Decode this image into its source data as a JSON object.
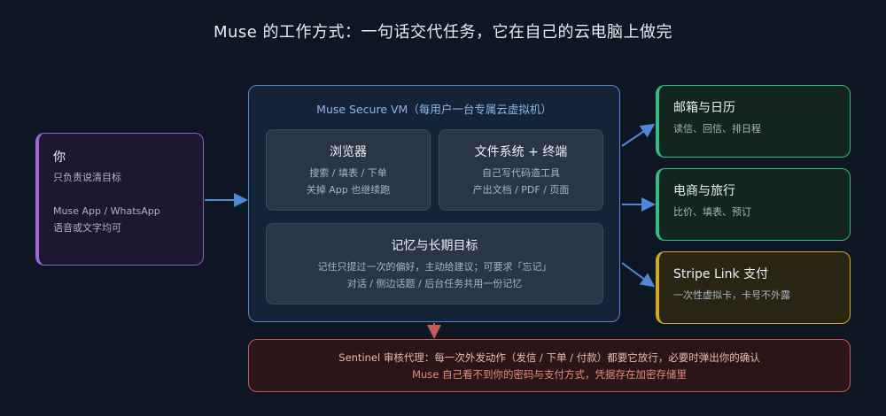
{
  "title": "Muse 的工作方式：一句话交代任务，它在自己的云电脑上做完",
  "you": {
    "heading": "你",
    "line1": "只负责说清目标",
    "line2": "Muse App / WhatsApp",
    "line3": "语音或文字均可"
  },
  "vm": {
    "title": "Muse Secure VM（每用户一台专属云虚拟机）",
    "browser": {
      "heading": "浏览器",
      "line1": "搜索 / 填表 / 下单",
      "line2": "关掉 App 也继续跑"
    },
    "files": {
      "heading": "文件系统 + 终端",
      "line1": "自己写代码造工具",
      "line2": "产出文档 / PDF / 页面"
    },
    "memory": {
      "heading": "记忆与长期目标",
      "line1": "记住只提过一次的偏好，主动给建议；可要求「忘记」",
      "line2": "对话 / 侧边话题 / 后台任务共用一份记忆"
    }
  },
  "mail": {
    "heading": "邮箱与日历",
    "line1": "读信、回信、排日程"
  },
  "shop": {
    "heading": "电商与旅行",
    "line1": "比价、填表、预订"
  },
  "pay": {
    "heading": "Stripe Link 支付",
    "line1": "一次性虚拟卡，卡号不外露"
  },
  "sentinel": {
    "line1": "Sentinel 审核代理：每一次外发动作（发信 / 下单 / 付款）都要它放行，必要时弹出你的确认",
    "line2": "Muse 自己看不到你的密码与支付方式，凭据存在加密存储里"
  },
  "colors": {
    "background": "#0f1623",
    "you": "#8a63c9",
    "vm": "#4d89d6",
    "service": "#37b884",
    "pay": "#d4a52a",
    "sentinel": "#c65a5a"
  }
}
